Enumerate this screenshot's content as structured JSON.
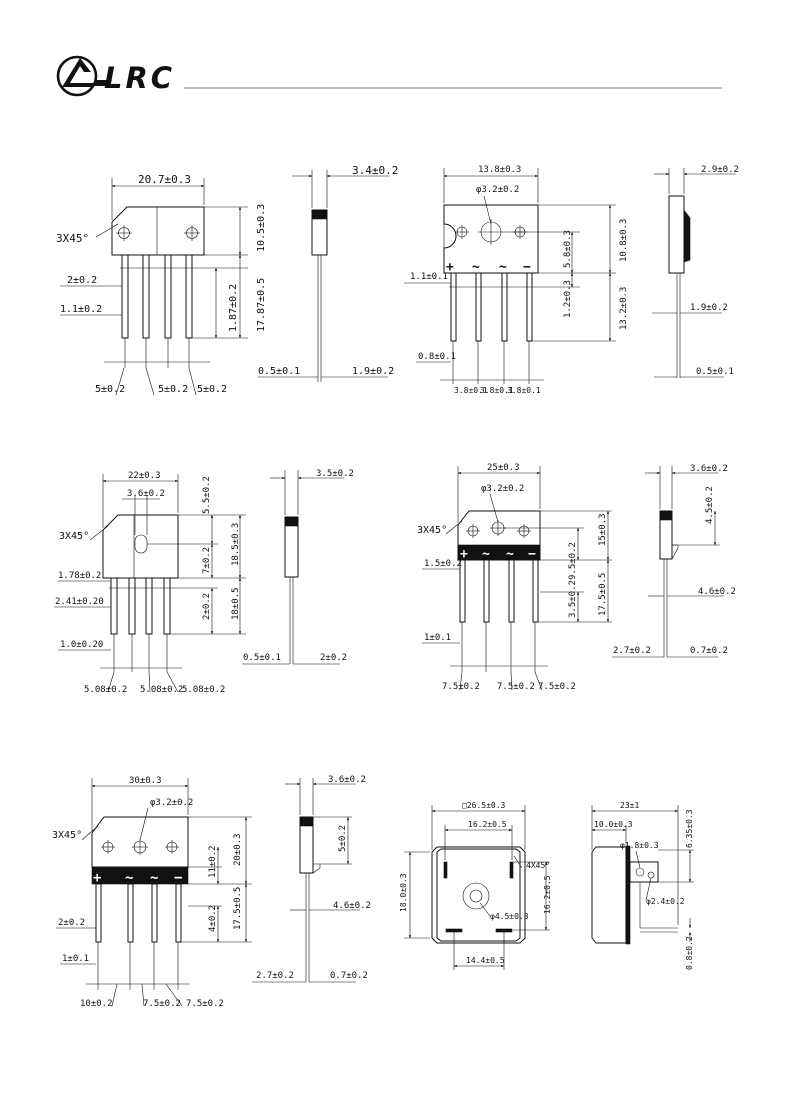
{
  "brand": {
    "name": "LRC"
  },
  "packages": {
    "p1": {
      "width": "20.7±0.3",
      "chamfer": "3X45°",
      "pin_w": "2±0.2",
      "pin_t": "1.1±0.2",
      "body_h": "10.5±0.3",
      "lead_a": "1.87±0.2",
      "lead_b": "17.87±0.5",
      "pitch": [
        "5±0.2",
        "5±0.2",
        "5±0.2"
      ],
      "side_w": "3.4±0.2",
      "side_t": "0.5±0.1",
      "side_b": "1.9±0.2"
    },
    "p2": {
      "width": "13.8±0.3",
      "hole": "φ3.2±0.2",
      "h1": "5.8±0.3",
      "h2": "10.8±0.3",
      "h3": "1.2±0.3",
      "h4": "13.2±0.3",
      "pin_w": "1.1±0.1",
      "pin_t": "0.8±0.1",
      "pitch": [
        "3.8±0.1",
        "3.8±0.1",
        "3.8±0.1"
      ],
      "side_w": "2.9±0.2",
      "side_b": "1.9±0.2",
      "side_t": "0.5±0.1",
      "marks": [
        "+",
        "~",
        "~",
        "−"
      ]
    },
    "p3": {
      "width": "22±0.3",
      "hole": "3.6±0.2",
      "chamfer": "3X45°",
      "h1": "5.5±0.2",
      "h2": "18.5±0.3",
      "h3": "7±0.2",
      "h4": "2±0.2",
      "h5": "18±0.5",
      "pin_a": "1.78±0.2",
      "pin_b": "2.41±0.20",
      "pin_c": "1.0±0.20",
      "pitch": [
        "5.08±0.2",
        "5.08±0.2",
        "5.08±0.2"
      ],
      "side_w": "3.5±0.2",
      "side_t": "0.5±0.1",
      "side_b": "2±0.2"
    },
    "p4": {
      "width": "25±0.3",
      "hole": "φ3.2±0.2",
      "chamfer": "3X45°",
      "h1": "15±0.3",
      "h2": "9.5±0.2",
      "h3": "17.5±0.5",
      "h4": "3.5±0.2",
      "pin_a": "1.5±0.2",
      "pin_b": "1±0.1",
      "pitch": [
        "7.5±0.2",
        "7.5±0.2",
        "7.5±0.2"
      ],
      "side_w": "3.6±0.2",
      "side_h": "4.5±0.2",
      "side_m": "4.6±0.2",
      "side_l": "2.7±0.2",
      "side_r": "0.7±0.2",
      "marks": [
        "+",
        "~",
        "~",
        "−"
      ]
    },
    "p5": {
      "width": "30±0.3",
      "hole": "φ3.2±0.2",
      "chamfer": "3X45°",
      "h1": "20±0.3",
      "h2": "11±0.2",
      "h3": "17.5±0.5",
      "h4": "4±0.2",
      "pin_a": "2±0.2",
      "pin_b": "1±0.1",
      "pitch": [
        "10±0.2",
        "7.5±0.2",
        "7.5±0.2"
      ],
      "side_w": "3.6±0.2",
      "side_h": "5±0.2",
      "side_m": "4.6±0.2",
      "side_l": "2.7±0.2",
      "side_r": "0.7±0.2",
      "marks": [
        "+",
        "~",
        "~",
        "−"
      ]
    },
    "p6": {
      "square": "□26.5±0.3",
      "inner": "16.2±0.5",
      "chamfer": "4X45°",
      "height": "18.0±0.3",
      "h2": "16.2±0.5",
      "hole": "φ4.5±0.3",
      "bottom": "14.4±0.5",
      "side_w": "23±1",
      "side_a": "10.0±0.3",
      "lead_d": "φ1.8±0.3",
      "lead_h": "6.35±0.3",
      "lead_e": "φ2.4±0.2",
      "lead_t": "0.8±0.2"
    }
  }
}
